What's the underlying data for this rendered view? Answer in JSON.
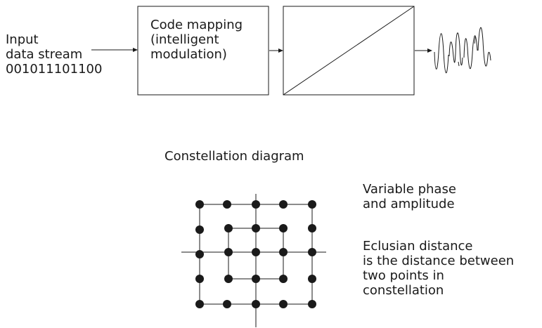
{
  "input": {
    "lines": [
      "Input",
      "data stream",
      "001011101100"
    ]
  },
  "mapping_block": {
    "lines": [
      "Code mapping",
      "(intelligent",
      "modulation)"
    ]
  },
  "constellation": {
    "title": "Constellation diagram",
    "phase_note_lines": [
      "Variable phase",
      "and amplitude"
    ],
    "distance_note_lines": [
      "Eclusian distance",
      "is the distance between",
      "two points in",
      "constellation"
    ]
  },
  "colors": {
    "ink": "#1a1a1a",
    "background": "#ffffff"
  }
}
